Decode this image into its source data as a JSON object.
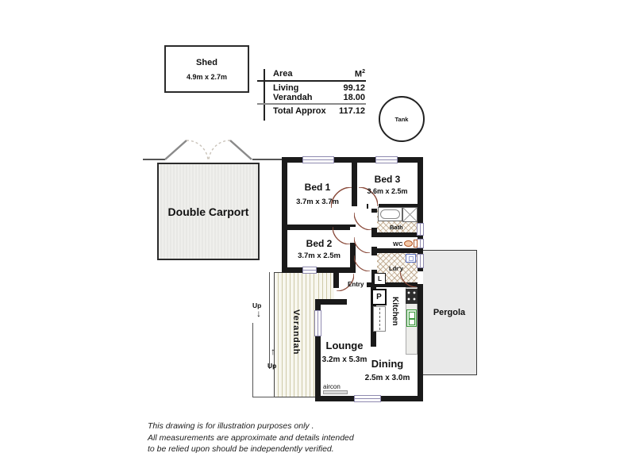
{
  "shed": {
    "name": "Shed",
    "size": "4.9m x 2.7m"
  },
  "area_table": {
    "col_area": "Area",
    "col_unit": "M",
    "col_unit_sup": "2",
    "rows": [
      {
        "label": "Living",
        "value": "99.12"
      },
      {
        "label": "Verandah",
        "value": "18.00"
      }
    ],
    "total_label": "Total Approx",
    "total_value": "117.12"
  },
  "tank_label": "Tank",
  "carport_label": "Double Carport",
  "rooms": {
    "bed1": {
      "name": "Bed 1",
      "size": "3.7m x 3.7m"
    },
    "bed3": {
      "name": "Bed 3",
      "size": "3.6m x 2.5m"
    },
    "bed2": {
      "name": "Bed 2",
      "size": "3.7m x 2.5m"
    },
    "lounge": {
      "name": "Lounge",
      "size": "3.2m x 5.3m"
    },
    "dining": {
      "name": "Dining",
      "size": "2.5m x 3.0m"
    },
    "bath": "Bath",
    "wc": "WC",
    "laundry": "Ldr'y",
    "entry": "Entry",
    "kitchen": "Kitchen",
    "verandah": "Verandah",
    "pergola": "Pergola"
  },
  "markers": {
    "linen": "L",
    "pantry": "P",
    "aircon": "aircon",
    "up_top": "Up",
    "up_bottom": "Up",
    "arrow_down": "↓",
    "arrow_up": "↑"
  },
  "disclaimer": [
    "This drawing is for illustration purposes only .",
    "All measurements are approximate and details intended",
    "to be relied upon should be independently verified."
  ],
  "colors": {
    "wall": "#1a1a1a",
    "door_arc": "#8a4a3a",
    "window_accent": "#8f8ab0",
    "hatch": "#aa8c69",
    "verandah_stripe": "#cfcaa8",
    "pergola_fill": "#e9e9e9",
    "carport_fill": "#efefec",
    "kitchen_sink": "#3f9b3f",
    "toilet": "#b05525",
    "laundry_sink": "#5a6fbf"
  }
}
